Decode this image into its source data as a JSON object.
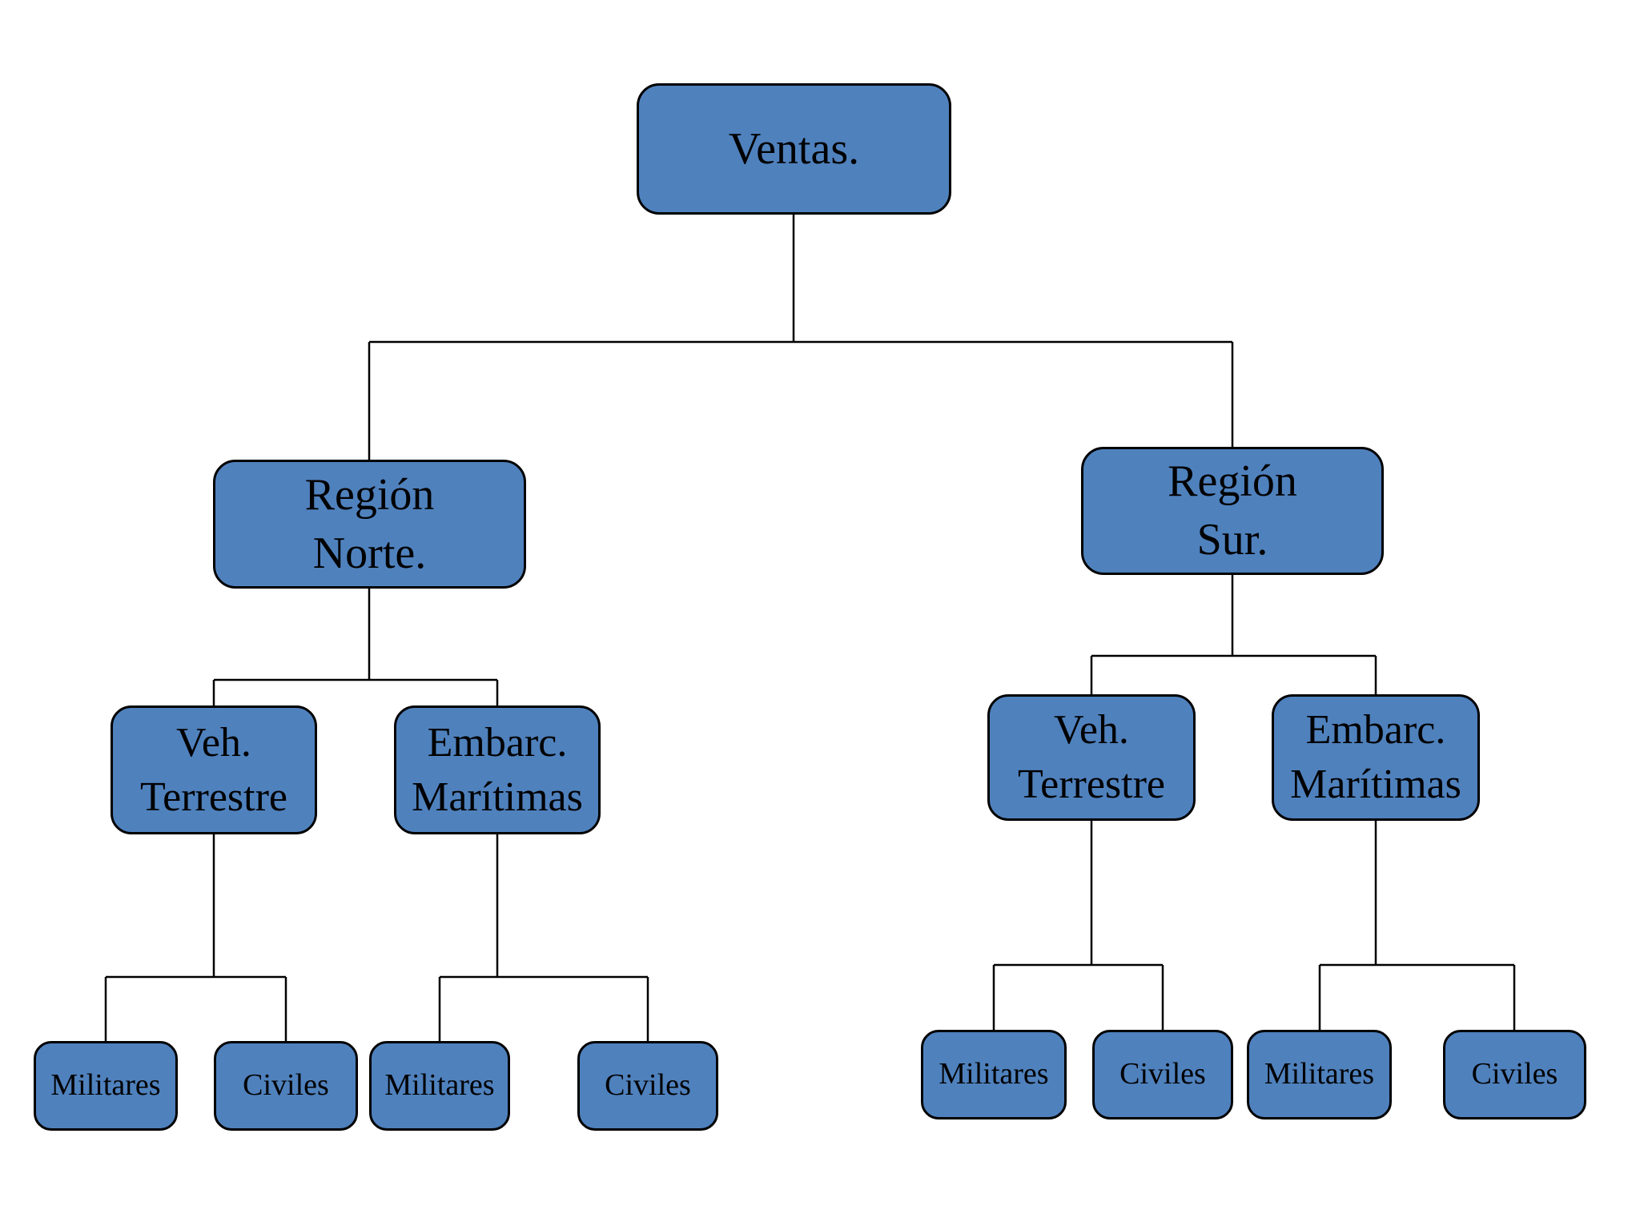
{
  "org_chart": {
    "type": "organization-tree",
    "root": {
      "label": "Ventas.",
      "children": [
        {
          "label": "Región\nNorte.",
          "children": [
            {
              "label": "Veh.\nTerrestre",
              "children": [
                {
                  "label": "Militares"
                },
                {
                  "label": "Civiles"
                }
              ]
            },
            {
              "label": "Embarc.\nMarítimas",
              "children": [
                {
                  "label": "Militares"
                },
                {
                  "label": "Civiles"
                }
              ]
            }
          ]
        },
        {
          "label": "Región\nSur.",
          "children": [
            {
              "label": "Veh.\nTerrestre",
              "children": [
                {
                  "label": "Militares"
                },
                {
                  "label": "Civiles"
                }
              ]
            },
            {
              "label": "Embarc.\nMarítimas",
              "children": [
                {
                  "label": "Militares"
                },
                {
                  "label": "Civiles"
                }
              ]
            }
          ]
        }
      ]
    },
    "colors": {
      "node_fill": "#4f81bd",
      "node_border": "#000000",
      "connector": "#000000",
      "text": "#000000",
      "background": "#ffffff"
    }
  }
}
